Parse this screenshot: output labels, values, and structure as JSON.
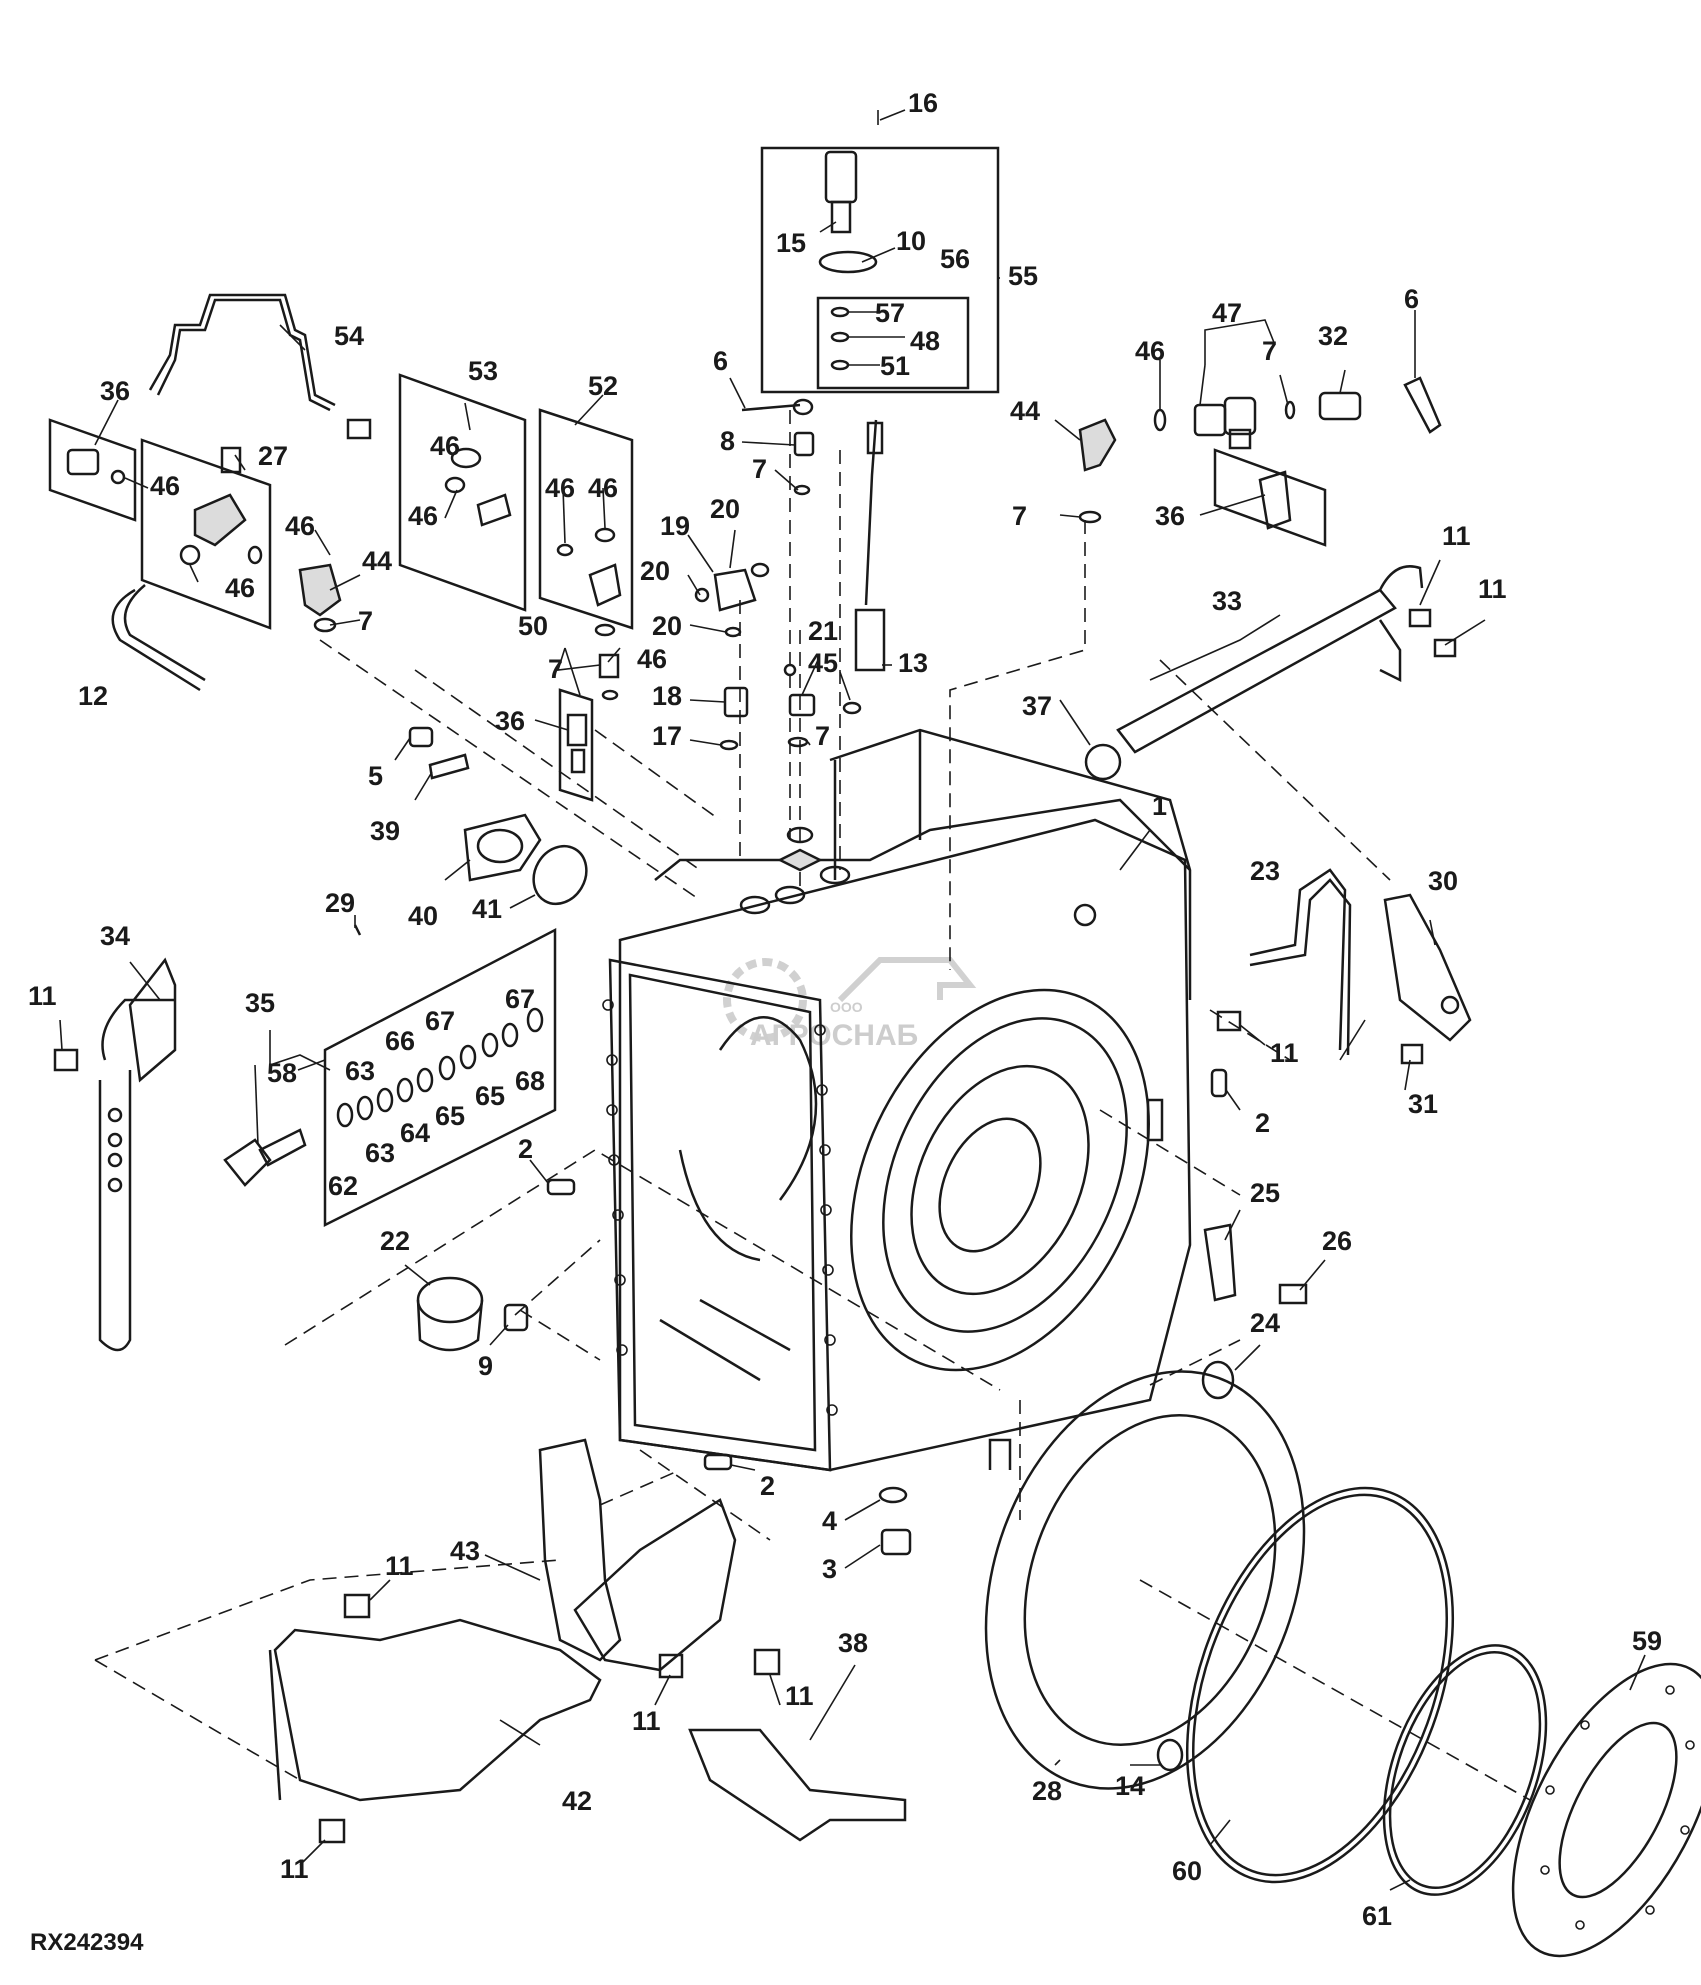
{
  "figure": {
    "reference_code": "RX242394",
    "watermark": {
      "small_text": "ООО",
      "text": "АГРОСНАБ"
    }
  },
  "callouts": {
    "c1": "1",
    "c2": "2",
    "c3": "3",
    "c4": "4",
    "c5": "5",
    "c6": "6",
    "c7": "7",
    "c8": "8",
    "c9": "9",
    "c10": "10",
    "c11": "11",
    "c12": "12",
    "c13": "13",
    "c14": "14",
    "c15": "15",
    "c16": "16",
    "c17": "17",
    "c18": "18",
    "c19": "19",
    "c20": "20",
    "c21": "21",
    "c22": "22",
    "c23": "23",
    "c24": "24",
    "c25": "25",
    "c26": "26",
    "c27": "27",
    "c28": "28",
    "c29": "29",
    "c30": "30",
    "c31": "31",
    "c32": "32",
    "c33": "33",
    "c34": "34",
    "c35": "35",
    "c36": "36",
    "c37": "37",
    "c38": "38",
    "c39": "39",
    "c40": "40",
    "c41": "41",
    "c42": "42",
    "c43": "43",
    "c44": "44",
    "c45": "45",
    "c46": "46",
    "c47": "47",
    "c48": "48",
    "c50": "50",
    "c51": "51",
    "c52": "52",
    "c53": "53",
    "c54": "54",
    "c55": "55",
    "c56": "56",
    "c57": "57",
    "c58": "58",
    "c59": "59",
    "c60": "60",
    "c61": "61",
    "c62": "62",
    "c63": "63",
    "c64": "64",
    "c65": "65",
    "c66": "66",
    "c67": "67",
    "c68": "68"
  }
}
